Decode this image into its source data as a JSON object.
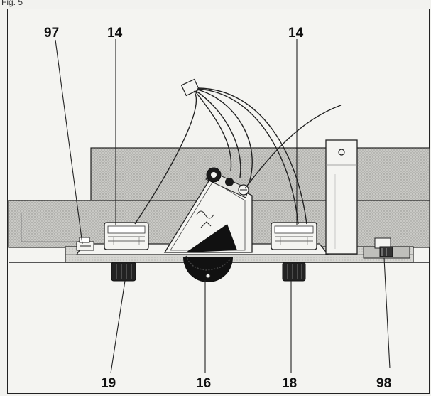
{
  "caption": "Fig. 5",
  "callouts": {
    "top_left": "97",
    "top_mid_left": "14",
    "top_mid_right": "14",
    "bottom_left": "19",
    "bottom_mid": "16",
    "bottom_mid_right": "18",
    "bottom_right": "98"
  },
  "colors": {
    "ink": "#1a1a1a",
    "hatch": "#b7b7b3",
    "paper": "#f4f4f1"
  },
  "icons": [
    "tonearm-pivot-icon",
    "lift-cam-icon",
    "cable-clip-icon"
  ]
}
